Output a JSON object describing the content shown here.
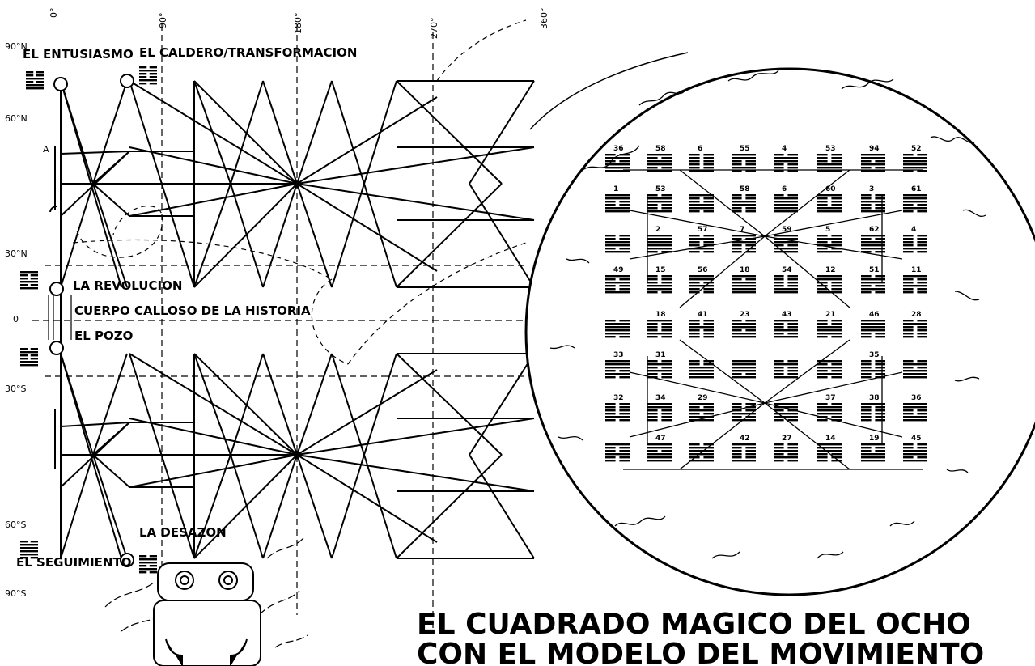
{
  "degrees": [
    "0°",
    "90°",
    "180°",
    "270°",
    "360°"
  ],
  "latitudes": [
    "90°N",
    "60°N",
    "30°N",
    "0",
    "30°S",
    "60°S",
    "90°S"
  ],
  "labels": {
    "entusiasmo": "EL ENTUSIASMO",
    "caldero": "EL CALDERO/TRANSFORMACION",
    "revolucion": "LA REVOLUCION",
    "cuerpo": "CUERPO CALLOSO DE LA HISTORIA",
    "pozo": "EL POZO",
    "desazon": "LA DESAZON",
    "seguimiento": "EL SEGUIMIENTO",
    "mark_a": "A"
  },
  "title": {
    "line1": "EL CUADRADO MAGICO DEL OCHO",
    "line2": "CON EL MODELO DEL MOVIMIENTO"
  },
  "hexagram_numbers": [
    [
      "36",
      "58",
      "6",
      "55",
      "4",
      "53",
      "94",
      "52"
    ],
    [
      "1",
      "53",
      "",
      "58",
      "6",
      "60",
      "3",
      "61"
    ],
    [
      "",
      "2",
      "57",
      "7",
      "59",
      "5",
      "62",
      "4"
    ],
    [
      "49",
      "15",
      "56",
      "18",
      "54",
      "12",
      "51",
      "11"
    ],
    [
      "",
      "18",
      "41",
      "23",
      "43",
      "21",
      "46",
      "28"
    ],
    [
      "33",
      "31",
      "",
      "",
      "",
      "",
      "35",
      ""
    ],
    [
      "32",
      "34",
      "29",
      "",
      "",
      "37",
      "38",
      "36"
    ],
    [
      "",
      "47",
      "",
      "42",
      "27",
      "14",
      "19",
      "45"
    ]
  ]
}
